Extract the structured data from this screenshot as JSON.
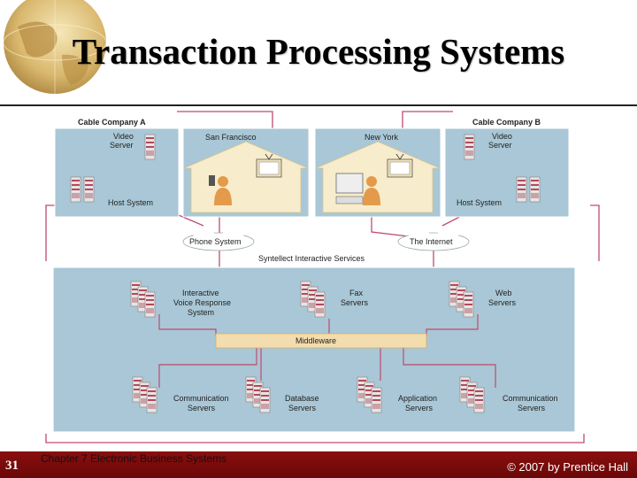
{
  "slide": {
    "title": "Transaction Processing Systems",
    "number": "31",
    "chapter": "Chapter 7 Electronic Business Systems",
    "copyright": "© 2007 by Prentice Hall"
  },
  "diagram": {
    "company_a": "Cable Company A",
    "company_b": "Cable Company B",
    "video_server": [
      "Video",
      "Server"
    ],
    "host_system": "Host System",
    "city_left": "San Francisco",
    "city_right": "New York",
    "phone_system": "Phone System",
    "internet": "The Internet",
    "services_title": "Syntellect Interactive Services",
    "ivr": [
      "Interactive",
      "Voice Response",
      "System"
    ],
    "fax": [
      "Fax",
      "Servers"
    ],
    "web": [
      "Web",
      "Servers"
    ],
    "middleware": "Middleware",
    "comm_left": [
      "Communication",
      "Servers"
    ],
    "database": [
      "Database",
      "Servers"
    ],
    "application": [
      "Application",
      "Servers"
    ],
    "comm_right": [
      "Communication",
      "Servers"
    ]
  },
  "colors": {
    "panel": "#a9c7d6",
    "house": "#f7eccb",
    "connector": "#c04a6e",
    "footer": "#7a0b0b",
    "middleware": "#f3dcae"
  }
}
